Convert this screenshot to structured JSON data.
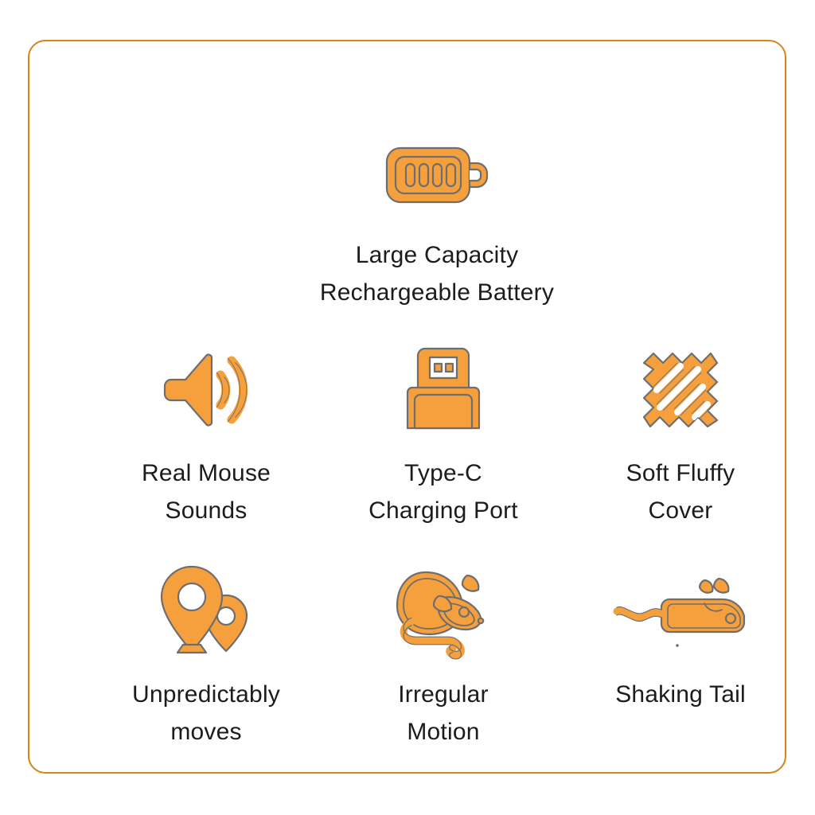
{
  "poster": {
    "background_color": "#ffffff",
    "border_color": "#D2861B",
    "icon_fill_color": "#F5A03C",
    "icon_stroke_color": "#6E6E6E",
    "text_color": "#1c1c1c"
  },
  "features": {
    "hero": {
      "icon": "battery-icon",
      "label": "Large Capacity\nRechargeable Battery"
    },
    "row2": [
      {
        "icon": "speaker-sound-icon",
        "label": "Real Mouse\nSounds"
      },
      {
        "icon": "usb-type-c-icon",
        "label": "Type-C\nCharging Port"
      },
      {
        "icon": "fabric-swatch-icon",
        "label": "Soft Fluffy\nCover"
      }
    ],
    "row3": [
      {
        "icon": "map-pin-icon",
        "label": "Unpredictably\nmoves"
      },
      {
        "icon": "mouse-standing-icon",
        "label": "Irregular\nMotion"
      },
      {
        "icon": "mouse-tail-icon",
        "label": "Shaking Tail"
      }
    ]
  }
}
